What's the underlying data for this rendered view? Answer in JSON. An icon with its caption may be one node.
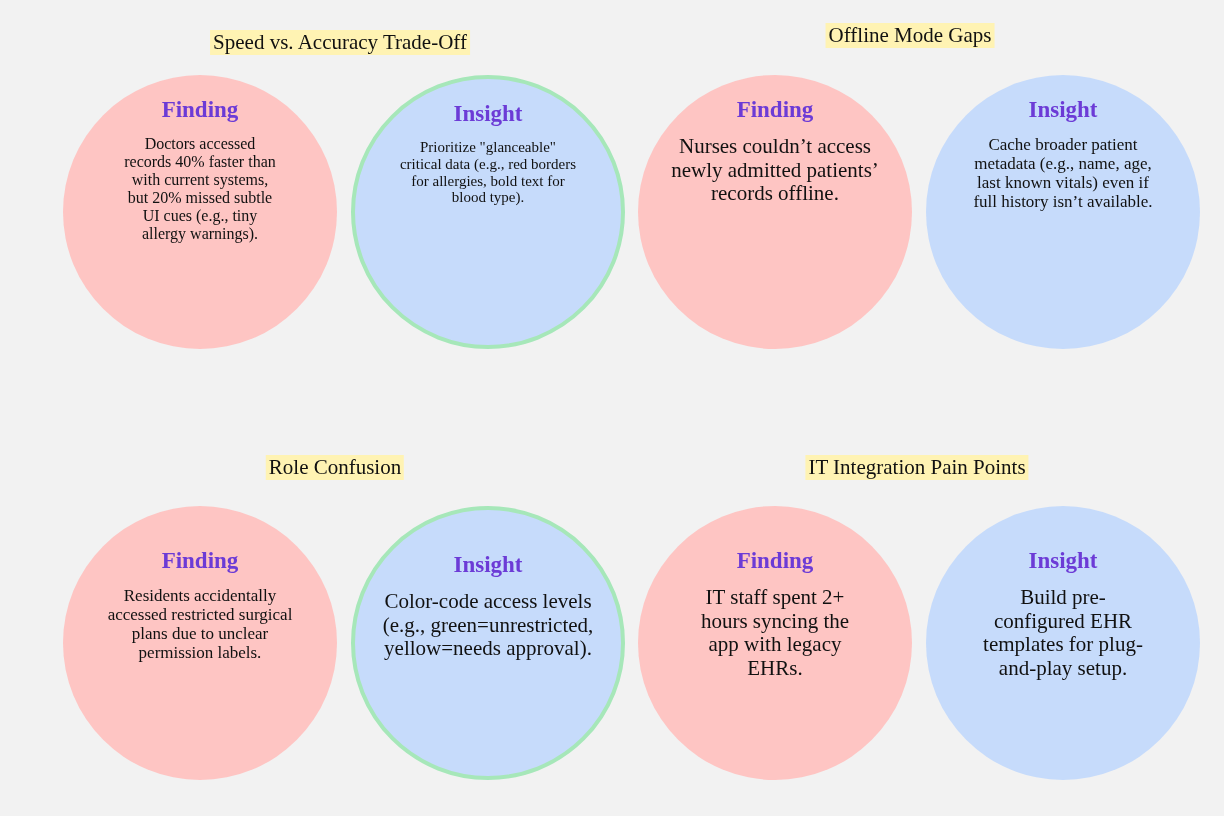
{
  "diagram": {
    "nodes": [
      {
        "text": [
          "Finding",
          "Doctors accessed records 40% faster than with current systems, but 20% missed subtle UI cues (e.g., tiny allergy warnings)."
        ]
      },
      {
        "text": [
          "Insight",
          "Prioritize \"glanceable\" critical data (e.g., red borders for allergies, bold text for blood type)."
        ]
      },
      {
        "text": [
          "Finding",
          "Nurses couldn’t access newly admitted patients’ records offline."
        ]
      },
      {
        "text": [
          "Insight",
          "Cache broader patient metadata (e.g., name, age, last known vitals) even if full history isn’t available."
        ]
      },
      {
        "text": [
          "Finding",
          "Residents accidentally accessed restricted surgical plans due to unclear permission labels."
        ]
      },
      {
        "text": [
          "Insight",
          "Color-code access levels (e.g., green=unrestricted, yellow=needs approval)."
        ]
      },
      {
        "text": [
          "Finding",
          "IT staff spent 2+ hours syncing the app with legacy EHRs."
        ]
      },
      {
        "text": [
          "Insight",
          "Build pre-configured EHR templates for plug-and-play setup."
        ]
      }
    ],
    "labels": [
      "Speed vs. Accuracy Trade-Off",
      "Offline Mode Gaps",
      "Role Confusion",
      "IT Integration Pain Points"
    ]
  }
}
